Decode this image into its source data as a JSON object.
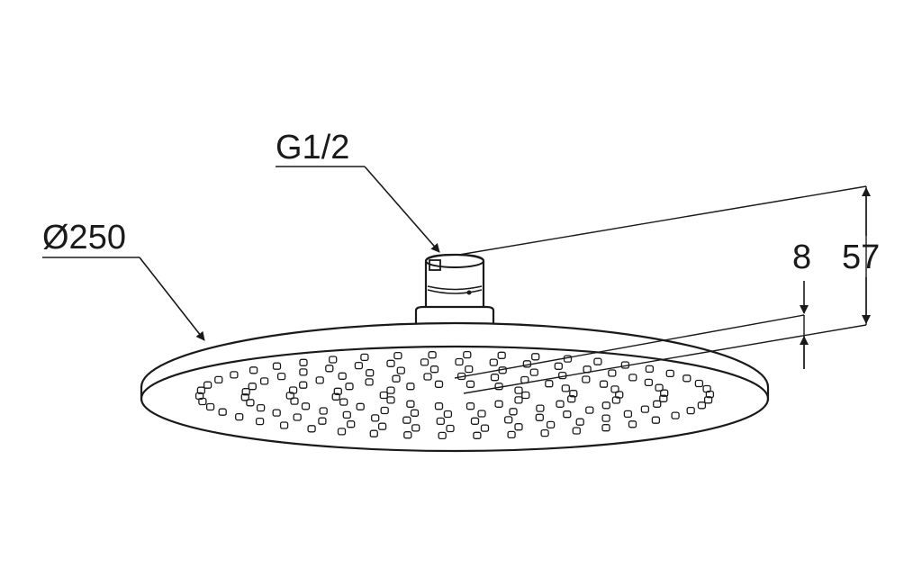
{
  "labels": {
    "connection_thread": "G1/2",
    "diameter": "Ø250",
    "plate_thickness": "8",
    "overall_height": "57"
  }
}
